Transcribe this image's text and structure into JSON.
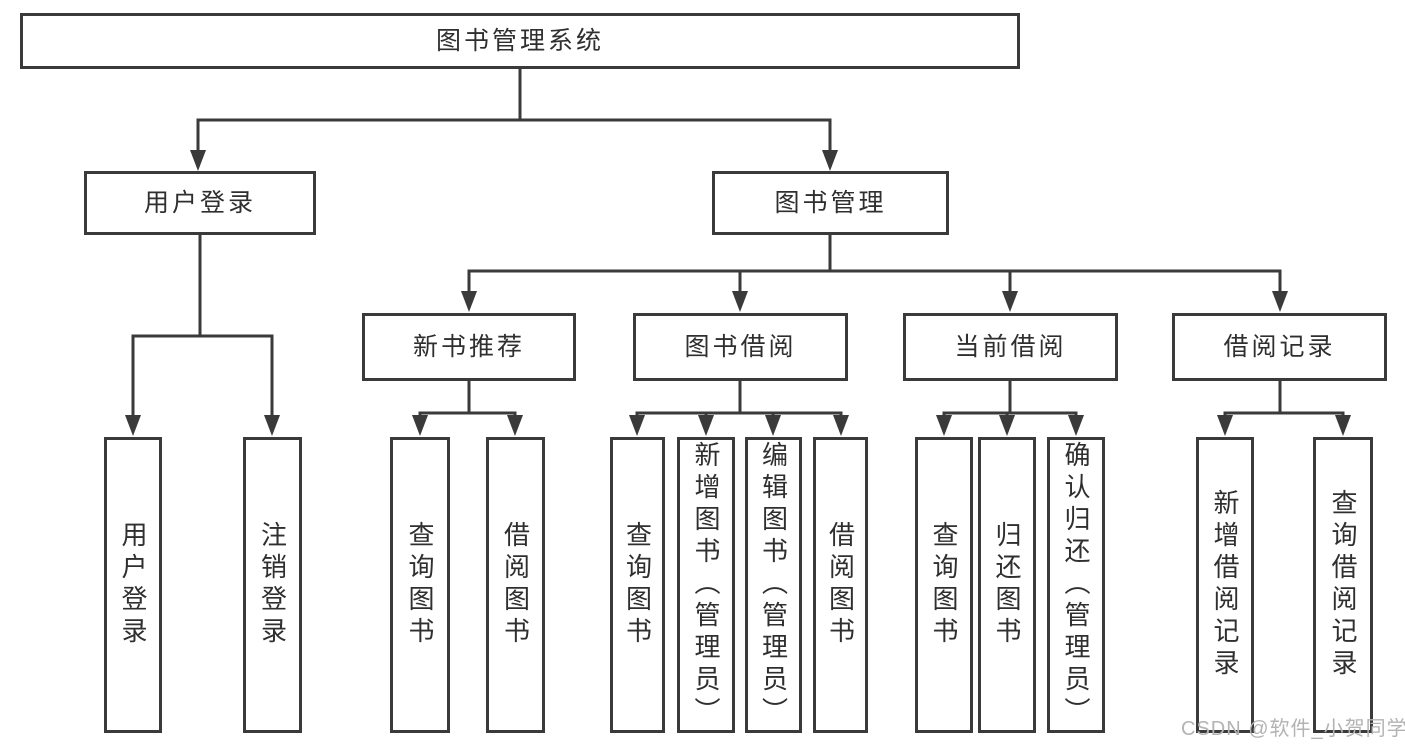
{
  "diagram": {
    "root": {
      "label": "图书管理系统"
    },
    "level2": [
      {
        "id": "user-login",
        "label": "用户登录"
      },
      {
        "id": "book-management",
        "label": "图书管理"
      }
    ],
    "level3": [
      {
        "id": "new-book-recommend",
        "parent": "图书管理",
        "label": "新书推荐"
      },
      {
        "id": "book-borrowing",
        "parent": "图书管理",
        "label": "图书借阅"
      },
      {
        "id": "current-borrowing",
        "parent": "图书管理",
        "label": "当前借阅"
      },
      {
        "id": "borrowing-records",
        "parent": "图书管理",
        "label": "借阅记录"
      }
    ],
    "leaves": [
      {
        "parent": "用户登录",
        "label": "用户登录"
      },
      {
        "parent": "用户登录",
        "label": "注销登录"
      },
      {
        "parent": "新书推荐",
        "label": "查询图书"
      },
      {
        "parent": "新书推荐",
        "label": "借阅图书"
      },
      {
        "parent": "图书借阅",
        "label": "查询图书"
      },
      {
        "parent": "图书借阅",
        "label": "新增图书（管理员）"
      },
      {
        "parent": "图书借阅",
        "label": "编辑图书（管理员）"
      },
      {
        "parent": "图书借阅",
        "label": "借阅图书"
      },
      {
        "parent": "当前借阅",
        "label": "查询图书"
      },
      {
        "parent": "当前借阅",
        "label": "归还图书"
      },
      {
        "parent": "当前借阅",
        "label": "确认归还（管理员）"
      },
      {
        "parent": "借阅记录",
        "label": "新增借阅记录"
      },
      {
        "parent": "借阅记录",
        "label": "查询借阅记录"
      }
    ],
    "watermark": "CSDN @软件_小贺同学",
    "colors": {
      "line": "#3a3a3a",
      "box_border": "#3a3a3a",
      "text": "#2f2f2f",
      "watermark": "#b3b3b3",
      "background": "#ffffff"
    }
  }
}
